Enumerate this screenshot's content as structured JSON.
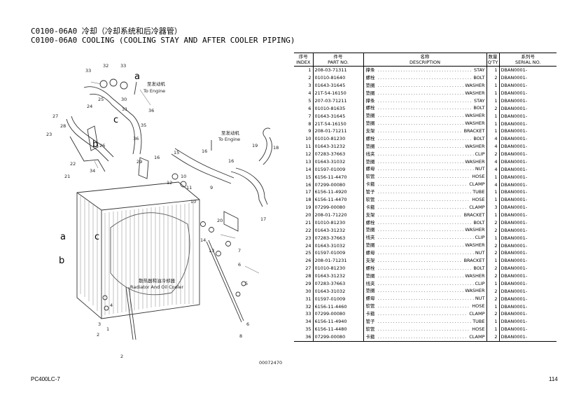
{
  "header": {
    "title_cn": "C0100-06A0 冷却（冷却系统和后冷器管）",
    "title_en": "C0100-06A0 COOLING (COOLING STAY AND AFTER COOLER PIPING)"
  },
  "table": {
    "headers_cn": [
      "序号",
      "件号",
      "名称",
      "数量",
      "系列号"
    ],
    "headers_en": [
      "INDEX",
      "PART NO.",
      "DESCRIPTION",
      "Q'TY",
      "SERIAL NO."
    ],
    "rows": [
      {
        "index": "1",
        "part": "208-03-71311",
        "cn": "撑条",
        "en": "STAY",
        "qty": "1",
        "serial": "DBAN0001-"
      },
      {
        "index": "2",
        "part": "01010-81640",
        "cn": "螺栓",
        "en": "BOLT",
        "qty": "2",
        "serial": "DBAN0001-"
      },
      {
        "index": "3",
        "part": "01643-31645",
        "cn": "垫圈",
        "en": "WASHER",
        "qty": "1",
        "serial": "DBAN0001-"
      },
      {
        "index": "4",
        "part": "21T-54-16150",
        "cn": "垫圈",
        "en": "WASHER",
        "qty": "1",
        "serial": "DBAN0001-"
      },
      {
        "index": "5",
        "part": "207-03-71211",
        "cn": "撑条",
        "en": "STAY",
        "qty": "1",
        "serial": "DBAN0001-"
      },
      {
        "index": "6",
        "part": "01010-81635",
        "cn": "螺栓",
        "en": "BOLT",
        "qty": "2",
        "serial": "DBAN0001-"
      },
      {
        "index": "7",
        "part": "01643-31645",
        "cn": "垫圈",
        "en": "WASHER",
        "qty": "1",
        "serial": "DBAN0001-"
      },
      {
        "index": "8",
        "part": "21T-54-16150",
        "cn": "垫圈",
        "en": "WASHER",
        "qty": "1",
        "serial": "DBAN0001-"
      },
      {
        "index": "9",
        "part": "208-01-71211",
        "cn": "支架",
        "en": "BRACKET",
        "qty": "1",
        "serial": "DBAN0001-"
      },
      {
        "index": "10",
        "part": "01010-81230",
        "cn": "螺栓",
        "en": "BOLT",
        "qty": "4",
        "serial": "DBAN0001-"
      },
      {
        "index": "11",
        "part": "01643-31232",
        "cn": "垫圈",
        "en": "WASHER",
        "qty": "4",
        "serial": "DBAN0001-"
      },
      {
        "index": "12",
        "part": "07283-37663",
        "cn": "线夹",
        "en": "CLIP",
        "qty": "2",
        "serial": "DBAN0001-"
      },
      {
        "index": "13",
        "part": "01643-31032",
        "cn": "垫圈",
        "en": "WASHER",
        "qty": "4",
        "serial": "DBAN0001-"
      },
      {
        "index": "14",
        "part": "01597-01009",
        "cn": "螺母",
        "en": "NUT",
        "qty": "4",
        "serial": "DBAN0001-"
      },
      {
        "index": "15",
        "part": "6156-11-4470",
        "cn": "软管",
        "en": "HOSE",
        "qty": "1",
        "serial": "DBAN0001-"
      },
      {
        "index": "16",
        "part": "07299-00080",
        "cn": "卡箍",
        "en": "CLAMP",
        "qty": "4",
        "serial": "DBAN0001-"
      },
      {
        "index": "17",
        "part": "6156-11-4920",
        "cn": "管子",
        "en": "TUBE",
        "qty": "1",
        "serial": "DBAN0001-"
      },
      {
        "index": "18",
        "part": "6156-11-4470",
        "cn": "软管",
        "en": "HOSE",
        "qty": "1",
        "serial": "DBAN0001-"
      },
      {
        "index": "19",
        "part": "07299-00080",
        "cn": "卡箍",
        "en": "CLAMP",
        "qty": "3",
        "serial": "DBAN0001-"
      },
      {
        "index": "20",
        "part": "208-01-71220",
        "cn": "支架",
        "en": "BRACKET",
        "qty": "1",
        "serial": "DBAN0001-"
      },
      {
        "index": "21",
        "part": "01010-81230",
        "cn": "螺栓",
        "en": "BOLT",
        "qty": "2",
        "serial": "DBAN0001-"
      },
      {
        "index": "22",
        "part": "01643-31232",
        "cn": "垫圈",
        "en": "WASHER",
        "qty": "2",
        "serial": "DBAN0001-"
      },
      {
        "index": "23",
        "part": "07283-37663",
        "cn": "线夹",
        "en": "CLIP",
        "qty": "1",
        "serial": "DBAN0001-"
      },
      {
        "index": "24",
        "part": "01643-31032",
        "cn": "垫圈",
        "en": "WASHER",
        "qty": "2",
        "serial": "DBAN0001-"
      },
      {
        "index": "25",
        "part": "01597-01009",
        "cn": "螺母",
        "en": "NUT",
        "qty": "2",
        "serial": "DBAN0001-"
      },
      {
        "index": "26",
        "part": "208-01-71231",
        "cn": "支架",
        "en": "BRACKET",
        "qty": "1",
        "serial": "DBAN0001-"
      },
      {
        "index": "27",
        "part": "01010-81230",
        "cn": "螺栓",
        "en": "BOLT",
        "qty": "2",
        "serial": "DBAN0001-"
      },
      {
        "index": "28",
        "part": "01643-31232",
        "cn": "垫圈",
        "en": "WASHER",
        "qty": "2",
        "serial": "DBAN0001-"
      },
      {
        "index": "29",
        "part": "07283-37663",
        "cn": "线夹",
        "en": "CLIP",
        "qty": "1",
        "serial": "DBAN0001-"
      },
      {
        "index": "30",
        "part": "01643-31032",
        "cn": "垫圈",
        "en": "WASHER",
        "qty": "2",
        "serial": "DBAN0001-"
      },
      {
        "index": "31",
        "part": "01597-01009",
        "cn": "螺母",
        "en": "NUT",
        "qty": "2",
        "serial": "DBAN0001-"
      },
      {
        "index": "32",
        "part": "6156-11-4460",
        "cn": "软管",
        "en": "HOSE",
        "qty": "1",
        "serial": "DBAN0001-"
      },
      {
        "index": "33",
        "part": "07299-00080",
        "cn": "卡箍",
        "en": "CLAMP",
        "qty": "2",
        "serial": "DBAN0001-"
      },
      {
        "index": "34",
        "part": "6156-11-4940",
        "cn": "管子",
        "en": "TUBE",
        "qty": "1",
        "serial": "DBAN0001-"
      },
      {
        "index": "35",
        "part": "6156-11-4480",
        "cn": "软管",
        "en": "HOSE",
        "qty": "1",
        "serial": "DBAN0001-"
      },
      {
        "index": "36",
        "part": "07299-00080",
        "cn": "卡箍",
        "en": "CLAMP",
        "qty": "2",
        "serial": "DBAN0001-"
      }
    ]
  },
  "diagram": {
    "note_engine_cn": "至发动机",
    "note_engine_en": "To Engine",
    "note_radiator_cn": "散热器和油冷却器",
    "note_radiator_en": "Radiator And Oil Cooler",
    "drawing_id": "00072470",
    "callouts": [
      "1",
      "2",
      "3",
      "4",
      "5",
      "6",
      "7",
      "8",
      "9",
      "10",
      "11",
      "12",
      "13",
      "14",
      "15",
      "16",
      "17",
      "18",
      "19",
      "20",
      "21",
      "22",
      "23",
      "24",
      "25",
      "26",
      "27",
      "28",
      "29",
      "30",
      "31",
      "32",
      "33",
      "34",
      "35",
      "36"
    ],
    "letters": [
      "a",
      "b",
      "c"
    ]
  },
  "footer": {
    "model": "PC400LC-7",
    "page": "114"
  }
}
